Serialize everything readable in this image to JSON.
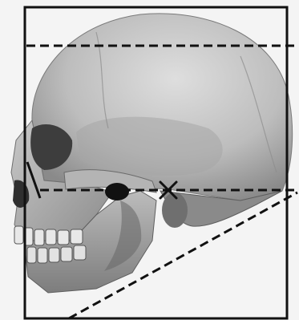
{
  "figure": {
    "subject": "skull-lateral-view",
    "palette": {
      "bone_light": "#d9d9d9",
      "bone_mid": "#a9a9a9",
      "bone_dark": "#6f6f6f",
      "shadow": "#4a4a4a",
      "teeth": "#e8e8e8",
      "line": "#111111",
      "background": "#f4f4f4"
    },
    "overlays": [
      {
        "kind": "frame-rectangle",
        "style": "solid"
      },
      {
        "kind": "cranial-vault-line",
        "style": "dashed"
      },
      {
        "kind": "frankfort-horizontal-line",
        "style": "dashed"
      },
      {
        "kind": "mandibular-plane-line",
        "style": "dashed"
      },
      {
        "kind": "orbitale-point",
        "shape": "filled-ellipse"
      },
      {
        "kind": "porion-marker",
        "shape": "x-cross"
      },
      {
        "kind": "nasion-marker",
        "shape": "solid-stroke"
      }
    ]
  }
}
